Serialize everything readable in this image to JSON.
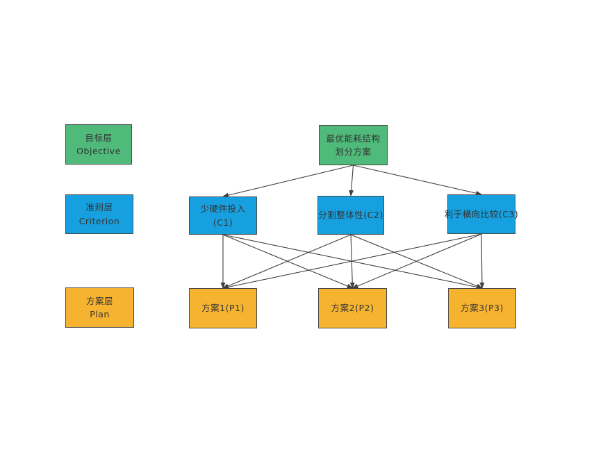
{
  "palette": {
    "green": "#4fba7a",
    "blue": "#16a0e0",
    "orange": "#f6b330",
    "border": "#4a4a4a",
    "line": "#3f3f3f",
    "text": "#333333",
    "background": "#ffffff"
  },
  "diagram": {
    "title": "AHP hierarchy diagram",
    "nodes": [
      {
        "id": "objective-label",
        "lines": [
          "目标层",
          "Objective"
        ],
        "color": "green",
        "role": "layer-label"
      },
      {
        "id": "objective",
        "lines": [
          "最优能耗结构",
          "划分方案"
        ],
        "color": "green",
        "role": "goal"
      },
      {
        "id": "criterion-label",
        "lines": [
          "准则层",
          "Criterion"
        ],
        "color": "blue",
        "role": "layer-label"
      },
      {
        "id": "c1",
        "lines": [
          "少硬件投入",
          "(C1)"
        ],
        "color": "blue",
        "role": "criterion"
      },
      {
        "id": "c2",
        "lines": [
          "分割整体性(C2)"
        ],
        "color": "blue",
        "role": "criterion"
      },
      {
        "id": "c3",
        "lines": [
          "利于横向比较(C3)"
        ],
        "color": "blue",
        "role": "criterion"
      },
      {
        "id": "plan-label",
        "lines": [
          "方案层",
          "Plan"
        ],
        "color": "orange",
        "role": "layer-label"
      },
      {
        "id": "p1",
        "lines": [
          "方案1(P1)"
        ],
        "color": "orange",
        "role": "plan"
      },
      {
        "id": "p2",
        "lines": [
          "方案2(P2)"
        ],
        "color": "orange",
        "role": "plan"
      },
      {
        "id": "p3",
        "lines": [
          "方案3(P3)"
        ],
        "color": "orange",
        "role": "plan"
      }
    ],
    "edges": [
      {
        "from": "objective",
        "to": "c1"
      },
      {
        "from": "objective",
        "to": "c2"
      },
      {
        "from": "objective",
        "to": "c3"
      },
      {
        "from": "c1",
        "to": "p1"
      },
      {
        "from": "c1",
        "to": "p2"
      },
      {
        "from": "c1",
        "to": "p3"
      },
      {
        "from": "c2",
        "to": "p1"
      },
      {
        "from": "c2",
        "to": "p2"
      },
      {
        "from": "c2",
        "to": "p3"
      },
      {
        "from": "c3",
        "to": "p1"
      },
      {
        "from": "c3",
        "to": "p2"
      },
      {
        "from": "c3",
        "to": "p3"
      }
    ]
  }
}
